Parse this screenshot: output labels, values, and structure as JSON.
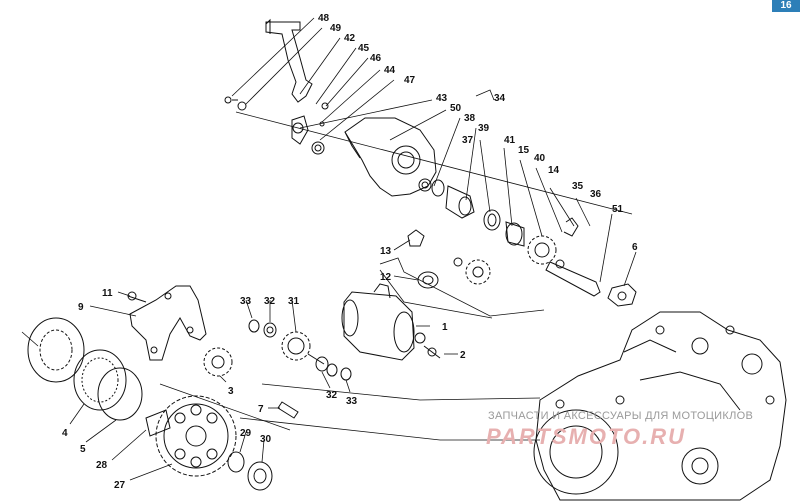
{
  "corner_tab": "16",
  "watermark": {
    "line1": "ЗАПЧАСТИ И АКСЕССУАРЫ ДЛЯ МОТОЦИКЛОВ",
    "line2": "PARTSMOTO.RU"
  },
  "callouts": [
    "48",
    "49",
    "42",
    "45",
    "46",
    "44",
    "47",
    "43",
    "50",
    "34",
    "38",
    "39",
    "37",
    "41",
    "15",
    "40",
    "14",
    "35",
    "36",
    "51",
    "6",
    "13",
    "12",
    "1",
    "2",
    "11",
    "9",
    "33",
    "32",
    "31",
    "3",
    "7",
    "32",
    "33",
    "4",
    "5",
    "28",
    "29",
    "30",
    "27"
  ]
}
